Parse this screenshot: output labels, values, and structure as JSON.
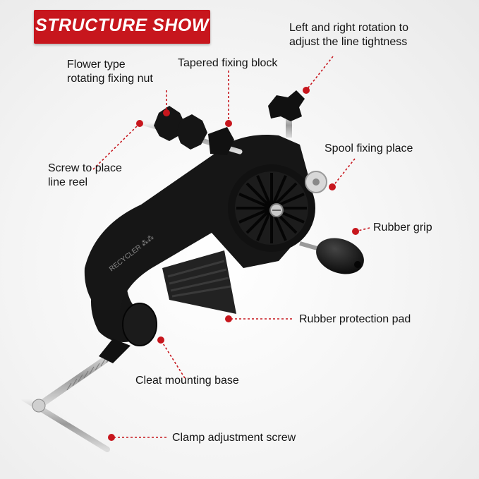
{
  "banner": {
    "title": "STRUCTURE SHOW"
  },
  "labels": {
    "left_right_line1": "Left and right rotation to",
    "left_right_line2": "adjust the line tightness",
    "flower_line1": "Flower type",
    "flower_line2": "rotating fixing nut",
    "tapered": "Tapered fixing block",
    "screw_line1": "Screw to place",
    "screw_line2": "line reel",
    "spool": "Spool fixing place",
    "rubber_grip": "Rubber grip",
    "rubber_pad": "Rubber protection pad",
    "cleat": "Cleat mounting base",
    "clamp": "Clamp adjustment screw"
  },
  "product_text": {
    "side_label": "RECYCLER ⁂⁂"
  },
  "colors": {
    "banner": "#c7161d",
    "callout": "#c7161d",
    "tool_body": "#151515",
    "text": "#141414"
  }
}
